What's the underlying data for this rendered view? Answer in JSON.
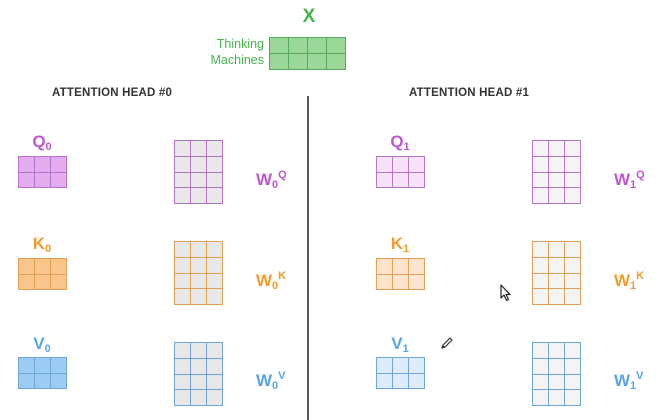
{
  "input": {
    "title": "X",
    "label_line1": "Thinking",
    "label_line2": "Machines"
  },
  "heads": [
    {
      "title": "ATTENTION HEAD #0",
      "q": {
        "letter": "Q",
        "sub": "0"
      },
      "k": {
        "letter": "K",
        "sub": "0"
      },
      "v": {
        "letter": "V",
        "sub": "0"
      },
      "wq": {
        "letter": "W",
        "sub": "0",
        "sup": "Q"
      },
      "wk": {
        "letter": "W",
        "sub": "0",
        "sup": "K"
      },
      "wv": {
        "letter": "W",
        "sub": "0",
        "sup": "V"
      }
    },
    {
      "title": "ATTENTION HEAD #1",
      "q": {
        "letter": "Q",
        "sub": "1"
      },
      "k": {
        "letter": "K",
        "sub": "1"
      },
      "v": {
        "letter": "V",
        "sub": "1"
      },
      "wq": {
        "letter": "W",
        "sub": "1",
        "sup": "Q"
      },
      "wk": {
        "letter": "W",
        "sub": "1",
        "sup": "K"
      },
      "wv": {
        "letter": "W",
        "sub": "1",
        "sup": "V"
      }
    }
  ],
  "colors": {
    "x_green": "#44b549",
    "x_fill": "#9cd79a",
    "x_border": "#5aa85e",
    "q_text": "#bd58d2",
    "q_fill_0": "#e3aef0",
    "q_fill_1": "#f6e1f9",
    "q_border": "#b872c9",
    "k_text": "#f29b2c",
    "k_fill_0": "#fac58a",
    "k_fill_1": "#fde5cd",
    "k_border": "#e2a056",
    "v_text": "#5aa5e4",
    "v_fill_0": "#9ccbf3",
    "v_fill_1": "#dcecfb",
    "v_border": "#6ea6da",
    "w_fill": "#e8e8e8",
    "w_fill_1": "#f4f4f4"
  }
}
